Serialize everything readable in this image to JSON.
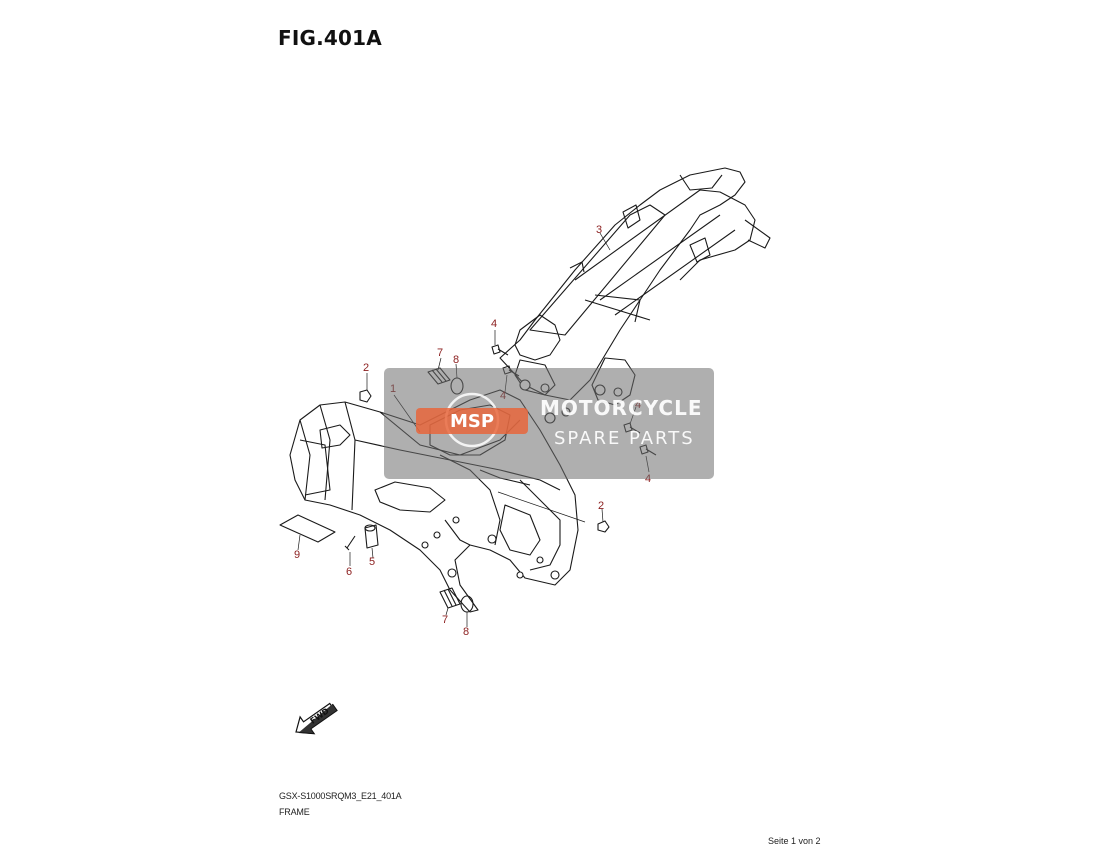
{
  "figure": {
    "title": "FIG.401A",
    "model_code": "GSX-S1000SRQM3_E21_401A",
    "group_name": "FRAME",
    "page": "Seite 1 von 2"
  },
  "callouts": [
    {
      "id": "c1",
      "label": "1"
    },
    {
      "id": "c2a",
      "label": "2"
    },
    {
      "id": "c2b",
      "label": "2"
    },
    {
      "id": "c3",
      "label": "3"
    },
    {
      "id": "c4a",
      "label": "4"
    },
    {
      "id": "c4b",
      "label": "4"
    },
    {
      "id": "c4c",
      "label": "4"
    },
    {
      "id": "c4d",
      "label": "4"
    },
    {
      "id": "c5",
      "label": "5"
    },
    {
      "id": "c6",
      "label": "6"
    },
    {
      "id": "c7a",
      "label": "7"
    },
    {
      "id": "c7b",
      "label": "7"
    },
    {
      "id": "c8a",
      "label": "8"
    },
    {
      "id": "c8b",
      "label": "8"
    },
    {
      "id": "c9",
      "label": "9"
    }
  ],
  "direction_arrow": {
    "label": "FWD"
  },
  "watermark": {
    "line1": "MOTORCYCLE",
    "line2": "SPARE PARTS",
    "logo_text": "MSP",
    "accent_color": "#e8663c"
  },
  "colors": {
    "callout": "#8b1e1e",
    "line": "#1a1a1a"
  }
}
